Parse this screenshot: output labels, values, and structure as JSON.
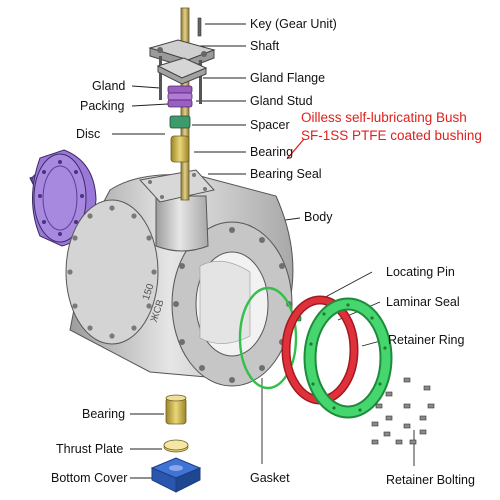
{
  "labels": {
    "key": "Key (Gear Unit)",
    "shaft": "Shaft",
    "gland": "Gland",
    "gland_flange": "Gland Flange",
    "packing": "Packing",
    "gland_stud": "Gland Stud",
    "spacer": "Spacer",
    "disc": "Disc",
    "bearing_top": "Bearing",
    "bearing_seal": "Bearing Seal",
    "body": "Body",
    "locating_pin": "Locating Pin",
    "laminar_seal": "Laminar Seal",
    "retainer_ring": "Retainer Ring",
    "bearing_bottom": "Bearing",
    "thrust_plate": "Thrust Plate",
    "bottom_cover": "Bottom Cover",
    "gasket": "Gasket",
    "retainer_bolting": "Retainer Bolting"
  },
  "annotation": {
    "line1": "Oilless self-lubricating Bush",
    "line2": "SF-1SS PTFE coated bushing"
  },
  "body_marking": {
    "rating": "150",
    "code": "ЖСВ"
  },
  "colors": {
    "annotation": "#e0201c",
    "disc": "#9a78d8",
    "body": "#cfcfcf",
    "laminar_seal": "#e0303a",
    "retainer_ring": "#2fc35a",
    "bottom_cover": "#2f63c8",
    "bearing": "#c9b34a"
  }
}
